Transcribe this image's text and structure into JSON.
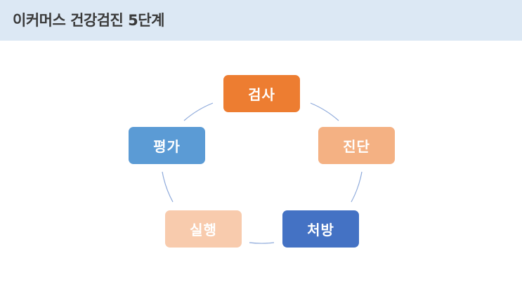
{
  "header": {
    "title": "이커머스 건강검진 5단계"
  },
  "cycle": {
    "steps": [
      {
        "label": "검사",
        "color": "#ed7d31"
      },
      {
        "label": "진단",
        "color": "#f4b183"
      },
      {
        "label": "처방",
        "color": "#4472c4"
      },
      {
        "label": "실행",
        "color": "#f8cbad"
      },
      {
        "label": "평가",
        "color": "#5b9bd5"
      }
    ],
    "connector_color": "#8eaadb"
  }
}
